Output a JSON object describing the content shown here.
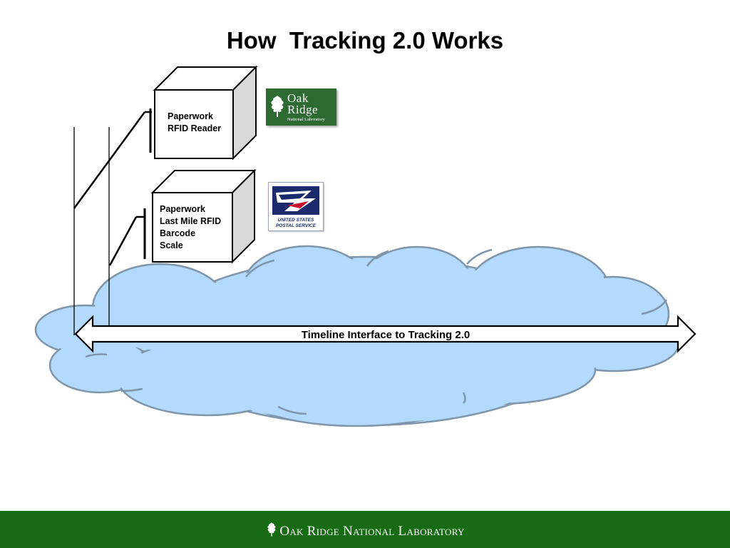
{
  "slide": {
    "title": "How  Tracking 2.0 Works"
  },
  "box1": {
    "lines": [
      "Paperwork",
      "RFID Reader"
    ]
  },
  "box2": {
    "lines": [
      "Paperwork",
      "Last Mile RFID",
      "Barcode",
      "Scale"
    ]
  },
  "timeline": {
    "label": "Timeline Interface to Tracking 2.0"
  },
  "logos": {
    "ornl": {
      "line1": "Oak",
      "line2": "Ridge",
      "line3": "National Laboratory"
    },
    "usps": {
      "line1": "UNITED STATES",
      "line2": "POSTAL SERVICE"
    }
  },
  "footer": {
    "text": "Oak Ridge National Laboratory"
  },
  "colors": {
    "cloud_fill": "#b3dafd",
    "cloud_stroke": "#7f95a9",
    "box_shade": "#d9d9d9",
    "footer_green": "#176b14",
    "ornl_green": "#2e6b33",
    "usps_blue": "#1a2a6c"
  },
  "icons": [
    "oak-leaf-icon",
    "usps-eagle-icon"
  ]
}
